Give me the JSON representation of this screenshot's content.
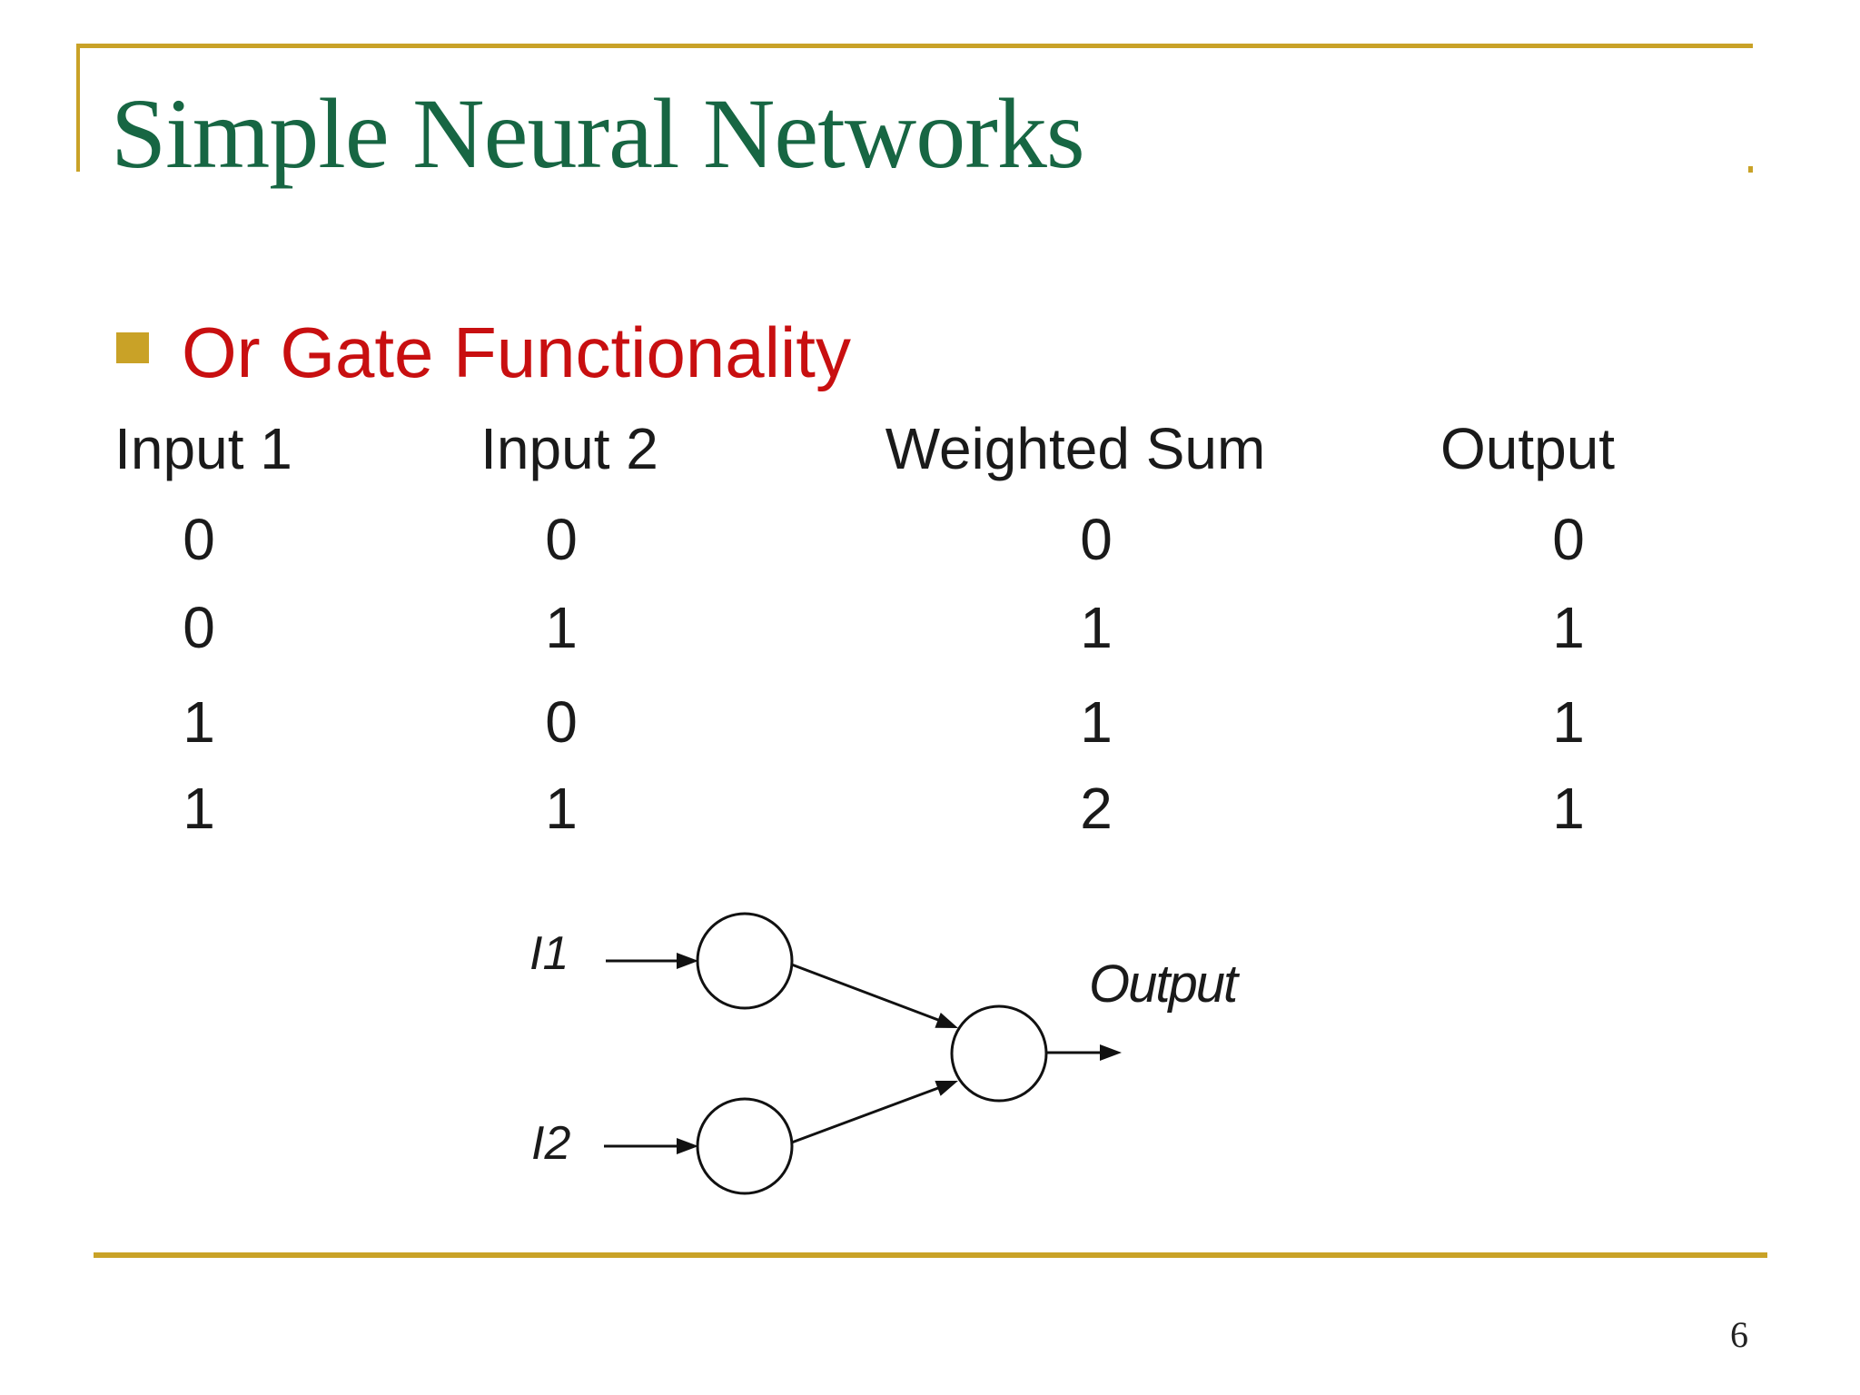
{
  "slide": {
    "title": "Simple Neural Networks",
    "bullet": "Or Gate Functionality",
    "page_number": "6",
    "colors": {
      "title_green": "#176643",
      "accent_gold": "#C9A227",
      "bullet_red": "#C80F10",
      "body_text": "#1a1a1a"
    }
  },
  "table": {
    "headers": [
      "Input 1",
      "Input 2",
      "Weighted Sum",
      "Output"
    ],
    "rows": [
      [
        "0",
        "0",
        "0",
        "0"
      ],
      [
        "0",
        "1",
        "1",
        "1"
      ],
      [
        "1",
        "0",
        "1",
        "1"
      ],
      [
        "1",
        "1",
        "2",
        "1"
      ]
    ]
  },
  "diagram": {
    "input1_label": "I1",
    "input2_label": "I2",
    "output_label": "Output"
  },
  "chart_data": {
    "type": "table",
    "title": "Or Gate Functionality",
    "columns": [
      "Input 1",
      "Input 2",
      "Weighted Sum",
      "Output"
    ],
    "rows": [
      [
        0,
        0,
        0,
        0
      ],
      [
        0,
        1,
        1,
        1
      ],
      [
        1,
        0,
        1,
        1
      ],
      [
        1,
        1,
        2,
        1
      ]
    ]
  }
}
